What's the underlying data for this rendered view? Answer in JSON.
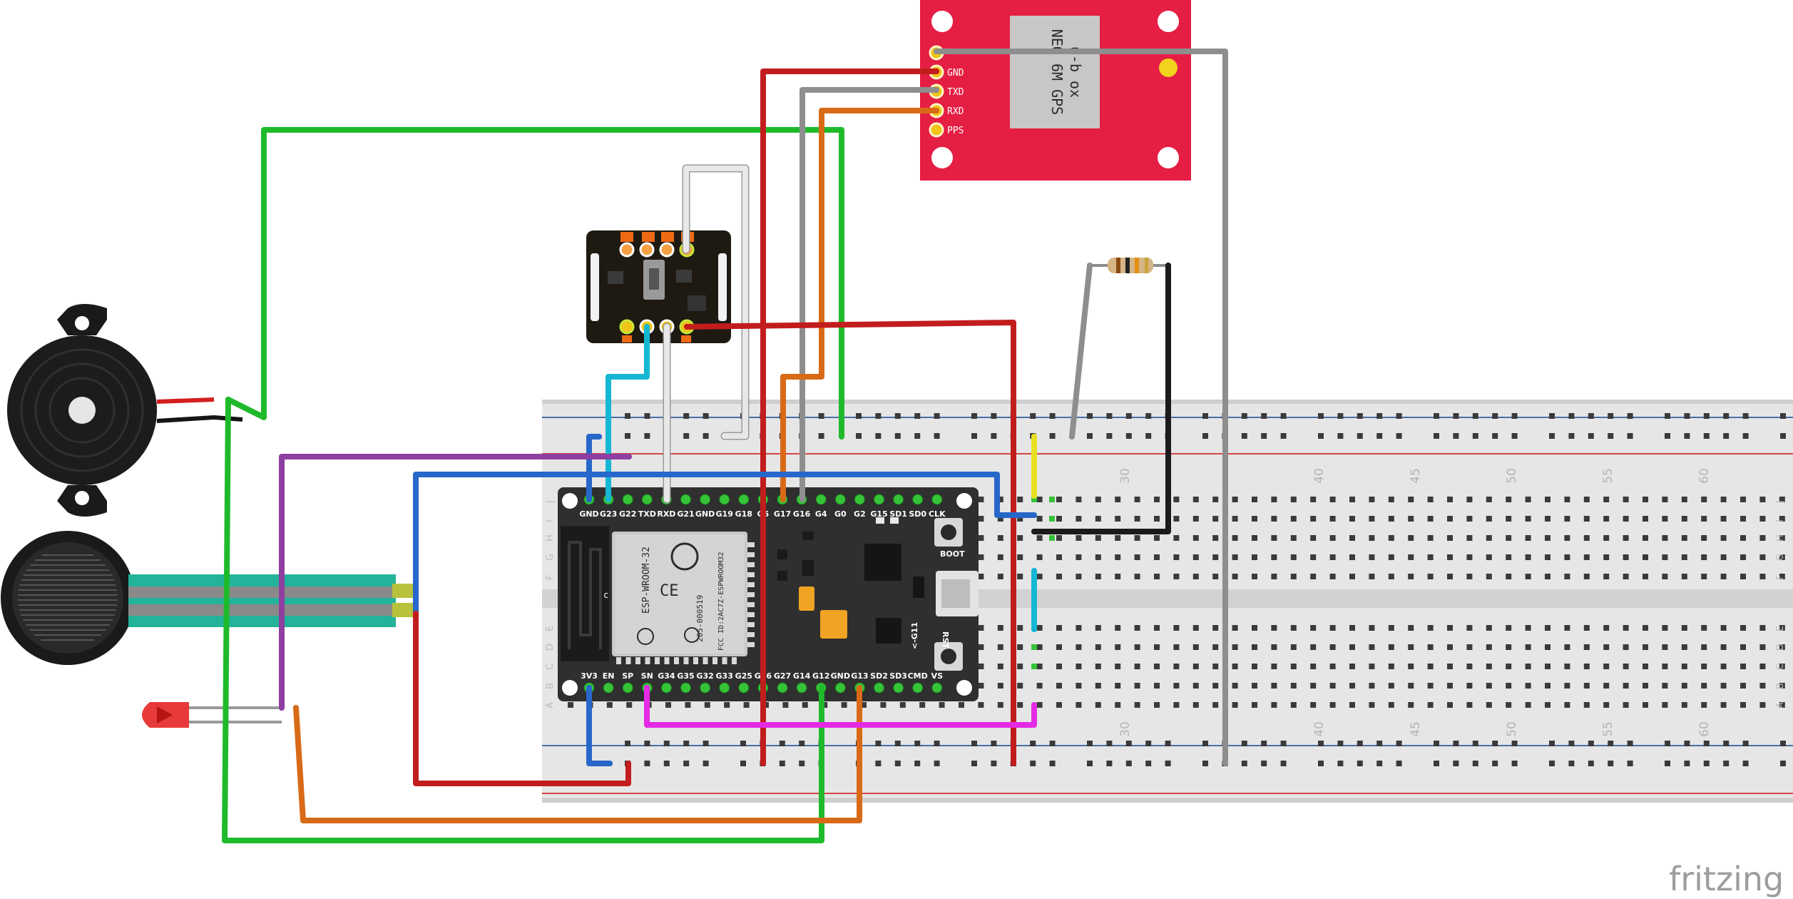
{
  "watermark": "fritzing",
  "gps": {
    "title_lines": [
      "u-b ox",
      "NEO 6M GPS"
    ],
    "pins": [
      "GND",
      "TXD",
      "RXD",
      "PPS"
    ]
  },
  "esp32": {
    "top_pins": [
      "GND",
      "G23",
      "G22",
      "TXD",
      "RXD",
      "G21",
      "GND",
      "G19",
      "G18",
      "G5",
      "G17",
      "G16",
      "G4",
      "G0",
      "G2",
      "G15",
      "SD1",
      "SD0",
      "CLK"
    ],
    "bottom_pins": [
      "3V3",
      "EN",
      "SP",
      "SN",
      "G34",
      "G35",
      "G32",
      "G33",
      "G25",
      "G26",
      "G27",
      "G14",
      "G12",
      "GND",
      "G13",
      "SD2",
      "SD3",
      "CMD",
      "VS"
    ],
    "module_text": [
      "ESP-WROOM-32",
      "205-000519",
      "FCC ID:2AC7Z-ESPWROOM32"
    ],
    "boot_label": "BOOT",
    "rst_label": "RST",
    "g11_label": "<-G11",
    "c_label": "c"
  },
  "breadboard": {
    "column_numbers": [
      "30",
      "40",
      "45",
      "50",
      "55",
      "60"
    ],
    "row_letters_top": [
      "J",
      "I",
      "H",
      "G",
      "F"
    ],
    "row_letters_bottom": [
      "E",
      "D",
      "C",
      "B",
      "A"
    ]
  },
  "colors": {
    "wire_green": "#1fba2b",
    "wire_red": "#c21d1d",
    "wire_gray": "#8e8e8e",
    "wire_orange": "#d86a17",
    "wire_blue": "#2767c9",
    "wire_cyan": "#16b7d2",
    "wire_purple": "#8e3fa0",
    "wire_magenta": "#e52ae5",
    "wire_black": "#1b1b1b",
    "wire_yellow": "#e7e022",
    "wire_white": "#e8e8e8",
    "gps_board": "#e51e44",
    "esp_board": "#2f2f2f",
    "breadboard": "#e6e6e6"
  }
}
